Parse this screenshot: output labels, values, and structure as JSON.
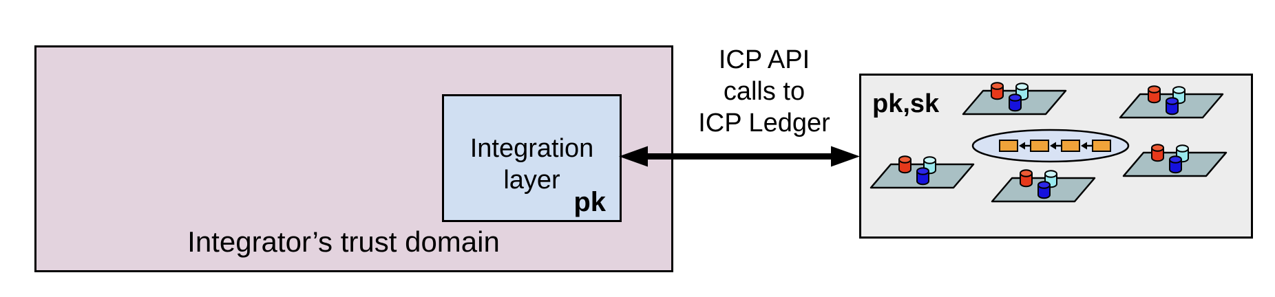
{
  "colors": {
    "trust_fill": "#e3d3de",
    "integration_fill": "#d0dff2",
    "ledger_fill": "#ededed",
    "platform_fill": "#a9c0c4",
    "ring_fill": "#d8e2f4",
    "block_fill": "#f0a33a",
    "cyl_red_body": "#e6391b",
    "cyl_red_top": "#ee5b35",
    "cyl_cyan_body": "#99e9ee",
    "cyl_cyan_top": "#ccf6f8",
    "cyl_blue_body": "#1612dd",
    "cyl_blue_top": "#2d28e8"
  },
  "trust_domain": {
    "label": "Integrator’s trust domain"
  },
  "integration_box": {
    "line1": "Integration",
    "line2": "layer",
    "key_label": "pk"
  },
  "connection": {
    "label": "ICP API\ncalls to\nICP Ledger"
  },
  "ledger_box": {
    "key_label": "pk,sk",
    "subnet_count": 5,
    "databases_per_subnet": [
      "red",
      "cyan",
      "blue"
    ],
    "chain_block_count": 4
  }
}
